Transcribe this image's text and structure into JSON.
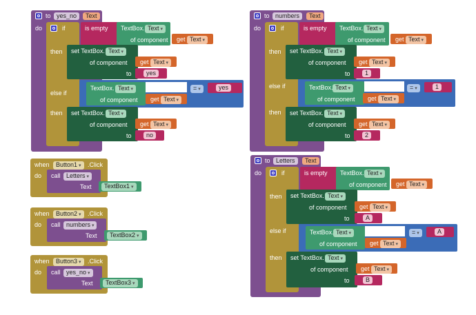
{
  "procedures": [
    {
      "name": "yes_no",
      "param": "Text",
      "to_label": "to",
      "do_label": "do",
      "if_label": "if",
      "is_empty": "is empty",
      "textbox_label": "TextBox.",
      "prop": "Text",
      "of_component": "of component",
      "get_label": "get",
      "get_var": "Text",
      "then_label": "then",
      "else_if_label": "else if",
      "set_label": "set TextBox.",
      "to_value_label": "to",
      "then_value": "yes",
      "compare_op": "=",
      "compare_value": "yes",
      "else_value": "no"
    },
    {
      "name": "numbers",
      "param": "Text",
      "to_label": "to",
      "do_label": "do",
      "if_label": "if",
      "is_empty": "is empty",
      "textbox_label": "TextBox.",
      "prop": "Text",
      "of_component": "of component",
      "get_label": "get",
      "get_var": "Text",
      "then_label": "then",
      "else_if_label": "else if",
      "set_label": "set TextBox.",
      "to_value_label": "to",
      "then_value": "1",
      "compare_op": "=",
      "compare_value": "1",
      "else_value": "2"
    },
    {
      "name": "Letters",
      "param": "Text",
      "to_label": "to",
      "do_label": "do",
      "if_label": "if",
      "is_empty": "is empty",
      "textbox_label": "TextBox.",
      "prop": "Text",
      "of_component": "of component",
      "get_label": "get",
      "get_var": "Text",
      "then_label": "then",
      "else_if_label": "else if",
      "set_label": "set TextBox.",
      "to_value_label": "to",
      "then_value": "A",
      "compare_op": "=",
      "compare_value": "A",
      "else_value": "B"
    }
  ],
  "events": [
    {
      "when": "when",
      "component": "Button1",
      "event": ".Click",
      "do": "do",
      "call": "call",
      "proc": "Letters",
      "arg_label": "Text",
      "arg": "TextBox1"
    },
    {
      "when": "when",
      "component": "Button2",
      "event": ".Click",
      "do": "do",
      "call": "call",
      "proc": "numbers",
      "arg_label": "Text",
      "arg": "TextBox2"
    },
    {
      "when": "when",
      "component": "Button3",
      "event": ".Click",
      "do": "do",
      "call": "call",
      "proc": "yes_no",
      "arg_label": "Text",
      "arg": "TextBox3"
    }
  ],
  "colors": {
    "procedure": "#7d4f8f",
    "control": "#b1943a",
    "text": "#b5285f",
    "component": "#3e9a6e",
    "setter": "#22603f",
    "variable": "#d4652a",
    "logic": "#3b6cb7"
  }
}
